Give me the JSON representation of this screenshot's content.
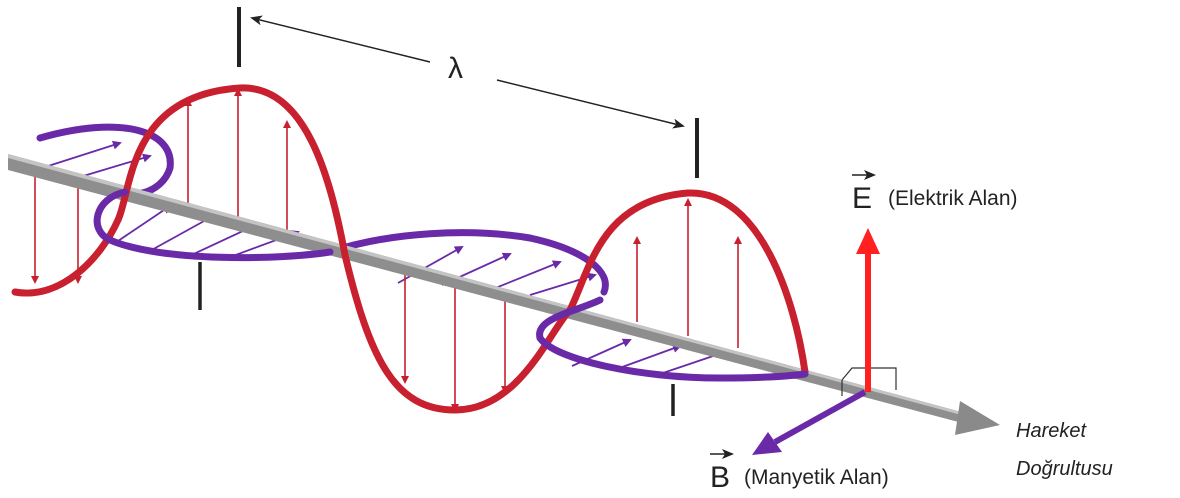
{
  "labels": {
    "wavelength": "λ",
    "e_symbol": "E",
    "e_text": "(Elektrik Alan)",
    "b_symbol": "B",
    "b_text": "(Manyetik Alan)",
    "direction_line1": "Hareket",
    "direction_line2": "Doğrultusu"
  },
  "colors": {
    "electric": "#c8202e",
    "magnetic": "#6a2aa8",
    "axis": "#8a8a8a",
    "e_vector": "#ff2020",
    "b_vector": "#6a2aa8"
  }
}
